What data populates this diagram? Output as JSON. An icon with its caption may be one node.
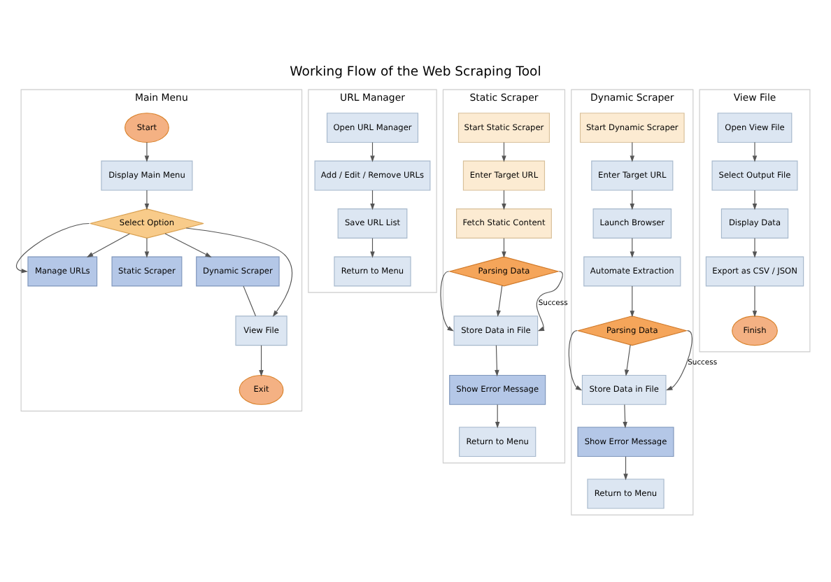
{
  "diagram": {
    "title": "Working Flow of the Web Scraping Tool",
    "nodes": [
      {
        "text": [
          "Main Menu"
        ]
      },
      {
        "text": [
          "Start"
        ],
        "in": 0
      },
      {
        "text": [
          "Display Main Menu"
        ],
        "in": 0
      },
      {
        "text": [
          "Select Option"
        ],
        "in": 0
      },
      {
        "text": [
          "Manage URLs"
        ],
        "in": 0
      },
      {
        "text": [
          "Static Scraper"
        ],
        "in": 0
      },
      {
        "text": [
          "Dynamic Scraper"
        ],
        "in": 0
      },
      {
        "text": [
          "View File"
        ],
        "in": 0
      },
      {
        "text": [
          "Exit"
        ],
        "in": 0
      },
      {
        "text": [
          "URL Manager"
        ]
      },
      {
        "text": [
          "Open URL Manager"
        ],
        "in": 9
      },
      {
        "text": [
          "Add / Edit / Remove URLs"
        ],
        "in": 9
      },
      {
        "text": [
          "Save URL List"
        ],
        "in": 9
      },
      {
        "text": [
          "Return to Menu"
        ],
        "in": 9
      },
      {
        "text": [
          "Static Scraper"
        ]
      },
      {
        "text": [
          "Start Static Scraper"
        ],
        "in": 14
      },
      {
        "text": [
          "Enter Target URL"
        ],
        "in": 14
      },
      {
        "text": [
          "Fetch Static Content"
        ],
        "in": 14
      },
      {
        "text": [
          "Parsing Data"
        ],
        "in": 14
      },
      {
        "text": [
          "Store Data in File"
        ],
        "in": 14
      },
      {
        "text": [
          "Show Error Message"
        ],
        "in": 14
      },
      {
        "text": [
          "Return to Menu"
        ],
        "in": 14
      },
      {
        "text": [
          "Dynamic Scraper"
        ]
      },
      {
        "text": [
          "Start Dynamic Scraper"
        ],
        "in": 22
      },
      {
        "text": [
          "Enter Target URL"
        ],
        "in": 22
      },
      {
        "text": [
          "Launch Browser"
        ],
        "in": 22
      },
      {
        "text": [
          "Automate Extraction"
        ],
        "in": 22
      },
      {
        "text": [
          "Parsing Data"
        ],
        "in": 22
      },
      {
        "text": [
          "Store Data in File"
        ],
        "in": 22
      },
      {
        "text": [
          "Show Error Message"
        ],
        "in": 22
      },
      {
        "text": [
          "Return to Menu"
        ],
        "in": 22
      },
      {
        "text": [
          "View File"
        ]
      },
      {
        "text": [
          "Open View File"
        ],
        "in": 31
      },
      {
        "text": [
          "Select Output File"
        ],
        "in": 31
      },
      {
        "text": [
          "Display Data"
        ],
        "in": 31
      },
      {
        "text": [
          "Export as CSV / JSON"
        ],
        "in": 31
      },
      {
        "text": [
          "Finish"
        ],
        "in": 31
      }
    ],
    "edges": [
      {
        "from": 1,
        "to": 2,
        "arrow": "to"
      },
      {
        "from": 2,
        "to": 3,
        "arrow": "to"
      },
      {
        "from": 3,
        "to": 4,
        "arrow": "to"
      },
      {
        "from": 3,
        "to": 4,
        "arrow": "to"
      },
      {
        "from": 3,
        "to": 5,
        "arrow": "to"
      },
      {
        "from": 3,
        "to": 6,
        "arrow": "to"
      },
      {
        "from": 3,
        "to": 7,
        "arrow": "to"
      },
      {
        "from": 6,
        "to": 7,
        "arrow": "none"
      },
      {
        "from": 7,
        "to": 8,
        "arrow": "to"
      },
      {
        "from": 10,
        "to": 11,
        "arrow": "to"
      },
      {
        "from": 11,
        "to": 12,
        "arrow": "to"
      },
      {
        "from": 12,
        "to": 13,
        "arrow": "to"
      },
      {
        "from": 15,
        "to": 16,
        "arrow": "to"
      },
      {
        "from": 16,
        "to": 17,
        "arrow": "to"
      },
      {
        "from": 17,
        "to": 18,
        "arrow": "to"
      },
      {
        "from": 18,
        "to": 19,
        "arrow": "to"
      },
      {
        "from": 18,
        "to": 19,
        "arrow": "to"
      },
      {
        "from": 18,
        "to": 19,
        "arrow": "to",
        "label": "Success"
      },
      {
        "from": 19,
        "to": 20,
        "arrow": "to"
      },
      {
        "from": 20,
        "to": 21,
        "arrow": "to"
      },
      {
        "from": 23,
        "to": 24,
        "arrow": "to"
      },
      {
        "from": 24,
        "to": 25,
        "arrow": "to"
      },
      {
        "from": 25,
        "to": 26,
        "arrow": "to"
      },
      {
        "from": 26,
        "to": 27,
        "arrow": "to"
      },
      {
        "from": 27,
        "to": 28,
        "arrow": "to"
      },
      {
        "from": 27,
        "to": 28,
        "arrow": "to"
      },
      {
        "from": 27,
        "to": 28,
        "arrow": "to",
        "label": "Success"
      },
      {
        "from": 28,
        "to": 29,
        "arrow": "to"
      },
      {
        "from": 29,
        "to": 30,
        "arrow": "to"
      },
      {
        "from": 32,
        "to": 33,
        "arrow": "to"
      },
      {
        "from": 33,
        "to": 34,
        "arrow": "to"
      },
      {
        "from": 34,
        "to": 35,
        "arrow": "to"
      },
      {
        "from": 35,
        "to": 36,
        "arrow": "to"
      }
    ]
  }
}
